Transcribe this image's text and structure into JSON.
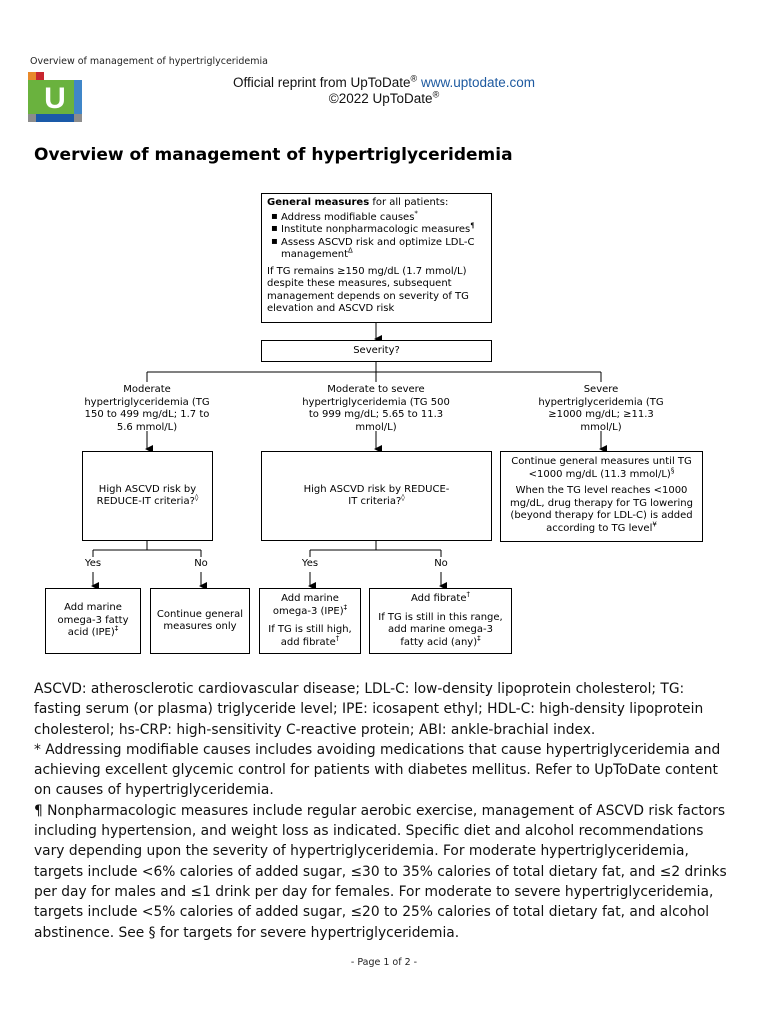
{
  "header": {
    "running_title": "Overview of management of hypertriglyceridemia",
    "reprint_line": "Official reprint from UpToDate",
    "reprint_reg": "®",
    "reprint_url": "www.uptodate.com",
    "copyright": "©2022 UpToDate",
    "copyright_reg": "®",
    "logo_letter": "U"
  },
  "title": "Overview of management of hypertriglyceridemia",
  "colors": {
    "logo_green": "#6ab23e",
    "logo_blue": "#1a5aa8",
    "logo_lightblue": "#3f86c8",
    "logo_orange": "#e8892a",
    "logo_red": "#c8262f",
    "logo_gray": "#8c8c8c",
    "link": "#1e5aa0"
  },
  "flow": {
    "general": {
      "heading_bold": "General measures",
      "heading_rest": " for all patients:",
      "bullets": [
        {
          "text": "Address modifiable causes",
          "mark": "*"
        },
        {
          "text": "Institute nonpharmacologic measures",
          "mark": "¶"
        },
        {
          "text": "Assess ASCVD risk and optimize LDL-C management",
          "mark": "Δ"
        }
      ],
      "note": "If TG remains ≥150 mg/dL (1.7 mmol/L) despite these measures, subsequent management depends on severity of TG elevation and ASCVD risk"
    },
    "severity": "Severity?",
    "branches": {
      "moderate": "Moderate hypertriglyceridemia (TG 150 to 499 mg/dL; 1.7 to 5.6 mmol/L)",
      "mod_severe": "Moderate to severe hypertriglyceridemia (TG 500 to 999 mg/dL; 5.65 to 11.3 mmol/L)",
      "severe": "Severe hypertriglyceridemia (TG ≥1000 mg/dL; ≥11.3 mmol/L)"
    },
    "risk_left": {
      "text": "High ASCVD risk by REDUCE-IT criteria?",
      "mark": "◊"
    },
    "risk_mid": {
      "text": "High ASCVD risk by REDUCE-IT criteria?",
      "mark": "◊"
    },
    "severe_box": {
      "line1": "Continue general measures until TG <1000 mg/dL (11.3 mmol/L)",
      "mark1": "§",
      "line2": "When the TG level reaches <1000 mg/dL, drug therapy for TG lowering (beyond therapy for LDL-C) is added according to TG level",
      "mark2": "¥"
    },
    "yes": "Yes",
    "no": "No",
    "out1": {
      "text": "Add marine omega-3 fatty acid (IPE)",
      "mark": "‡"
    },
    "out2": {
      "text": "Continue general measures only"
    },
    "out3": {
      "line1": "Add marine omega-3 (IPE)",
      "mark1": "‡",
      "line2": "If TG is still high, add fibrate",
      "mark2": "†"
    },
    "out4": {
      "line1": "Add fibrate",
      "mark1": "†",
      "line2": "If TG is still in this range, add marine omega-3 fatty acid (any)",
      "mark2": "‡"
    }
  },
  "footnotes": [
    "ASCVD: atherosclerotic cardiovascular disease; LDL-C: low-density lipoprotein cholesterol; TG: fasting serum (or plasma) triglyceride level; IPE: icosapent ethyl; HDL-C: high-density lipoprotein cholesterol; hs-CRP: high-sensitivity C-reactive protein; ABI: ankle-brachial index.",
    "* Addressing modifiable causes includes avoiding medications that cause hypertriglyceridemia and achieving excellent glycemic control for patients with diabetes mellitus. Refer to UpToDate content on causes of hypertriglyceridemia.",
    "¶ Nonpharmacologic measures include regular aerobic exercise, management of ASCVD risk factors including hypertension, and weight loss as indicated. Specific diet and alcohol recommendations vary depending upon the severity of hypertriglyceridemia. For moderate hypertriglyceridemia, targets include <6% calories of added sugar, ≤30 to 35% calories of total dietary fat, and ≤2 drinks per day for males and ≤1 drink per day for females. For moderate to severe hypertriglyceridemia, targets include <5% calories of added sugar, ≤20 to 25% calories of total dietary fat, and alcohol abstinence. See § for targets for severe hypertriglyceridemia."
  ],
  "page_number": "- Page 1 of 2 -"
}
